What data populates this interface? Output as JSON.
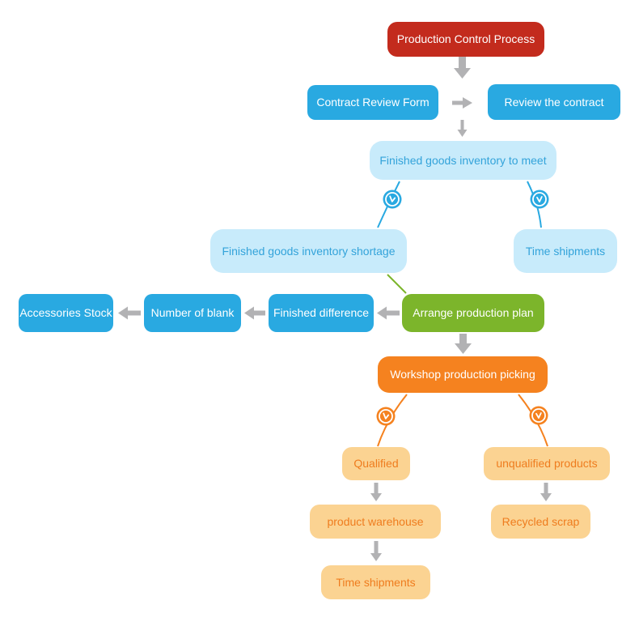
{
  "diagram": {
    "title": "Production Control Process",
    "colors": {
      "red": "#c32b1d",
      "blue": "#29a9e1",
      "light_blue_fill": "#c8ebfb",
      "light_blue_text": "#33a3da",
      "green": "#7cb52b",
      "orange": "#f5821f",
      "light_orange_fill": "#fbd392",
      "orange_text": "#ef7c1e",
      "arrow_gray": "#b2b2b4",
      "white": "#ffffff"
    },
    "nodes": [
      {
        "id": "production-control-process",
        "label": "Production Control Process"
      },
      {
        "id": "contract-review-form",
        "label": "Contract Review Form"
      },
      {
        "id": "review-the-contract",
        "label": "Review the contract"
      },
      {
        "id": "finished-goods-inventory-to-meet",
        "label": "Finished goods inventory to meet"
      },
      {
        "id": "finished-goods-inventory-shortage",
        "label": "Finished goods inventory shortage"
      },
      {
        "id": "time-shipments-upper",
        "label": "Time shipments"
      },
      {
        "id": "accessories-stock",
        "label": "Accessories Stock"
      },
      {
        "id": "number-of-blank",
        "label": "Number of blank"
      },
      {
        "id": "finished-difference",
        "label": "Finished difference"
      },
      {
        "id": "arrange-production-plan",
        "label": "Arrange production plan"
      },
      {
        "id": "workshop-production-picking",
        "label": "Workshop production picking"
      },
      {
        "id": "qualified",
        "label": "Qualified"
      },
      {
        "id": "unqualified-products",
        "label": "unqualified products"
      },
      {
        "id": "product-warehouse",
        "label": "product warehouse"
      },
      {
        "id": "recycled-scrap",
        "label": "Recycled scrap"
      },
      {
        "id": "time-shipments-lower",
        "label": "Time shipments"
      }
    ],
    "icons": [
      {
        "name": "clock-icon",
        "theme": "blue"
      },
      {
        "name": "clock-icon",
        "theme": "blue"
      },
      {
        "name": "clock-icon",
        "theme": "orange"
      },
      {
        "name": "clock-icon",
        "theme": "orange"
      }
    ]
  }
}
